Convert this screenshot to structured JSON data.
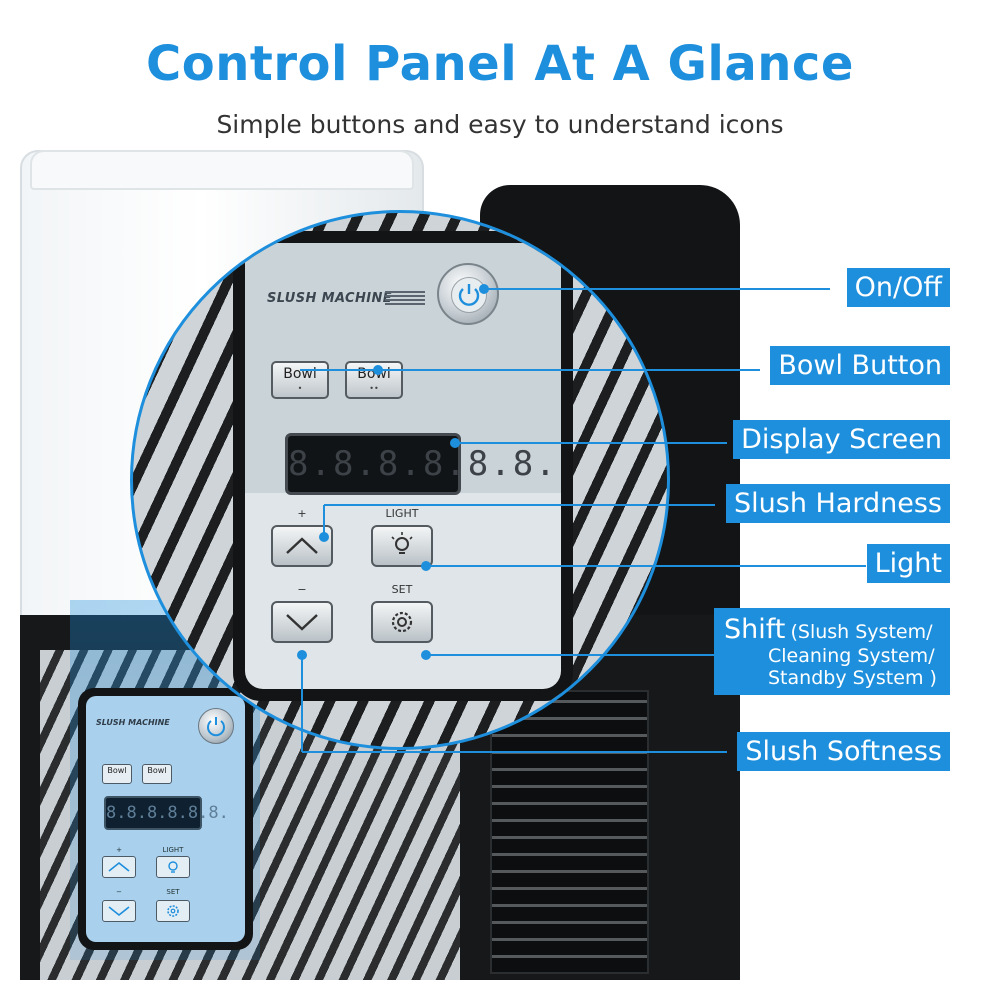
{
  "header": {
    "title": "Control Panel At A Glance",
    "subtitle": "Simple buttons and easy to understand icons"
  },
  "panel": {
    "brand": "SLUSH MACHINE",
    "power_icon": "power-icon",
    "bowl_buttons": [
      {
        "label": "Bowl",
        "dots": "•"
      },
      {
        "label": "Bowl",
        "dots": "••"
      }
    ],
    "display_text": "8.8.8.8.8.8.",
    "key_labels": {
      "plus": "+",
      "minus": "−",
      "light": "LIGHT",
      "set": "SET"
    },
    "icons": {
      "up": "chevron-up-icon",
      "down": "chevron-down-icon",
      "light": "light-bulb-icon",
      "set": "gear-icon"
    }
  },
  "small_panel": {
    "brand": "SLUSH MACHINE",
    "bowl_label": "Bowl",
    "display_text": "8.8.8.8.8.8.",
    "key_labels": {
      "plus": "+",
      "minus": "−",
      "light": "LIGHT",
      "set": "SET"
    }
  },
  "callouts": [
    {
      "id": "on-off",
      "label": "On/Off"
    },
    {
      "id": "bowl-button",
      "label": "Bowl Button"
    },
    {
      "id": "display-screen",
      "label": "Display Screen"
    },
    {
      "id": "slush-hardness",
      "label": "Slush Hardness"
    },
    {
      "id": "light",
      "label": "Light"
    },
    {
      "id": "shift",
      "label": "Shift",
      "detail": [
        "(Slush System/",
        "Cleaning System/",
        "Standby System )"
      ]
    },
    {
      "id": "slush-softness",
      "label": "Slush Softness"
    }
  ],
  "colors": {
    "accent": "#1e8fdc",
    "callout_text": "#ffffff",
    "machine_body": "#121416"
  }
}
